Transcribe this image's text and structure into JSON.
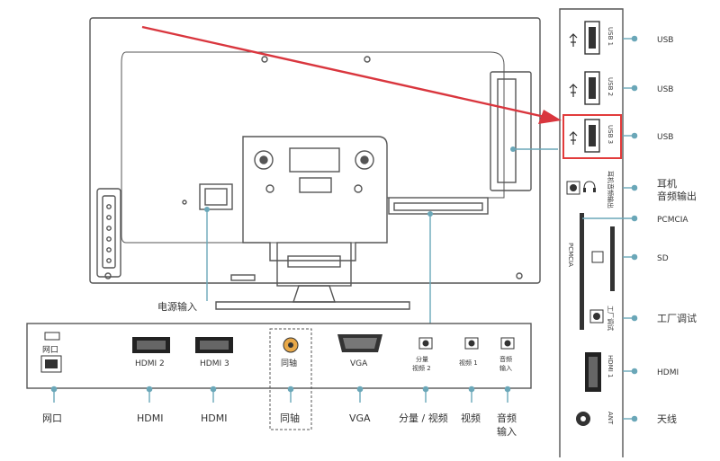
{
  "power_label": "电源输入",
  "bottom_ports": {
    "network_top": "网口",
    "hdmi2": "HDMI 2",
    "hdmi3": "HDMI 3",
    "coax_top": "同轴",
    "vga_top": "VGA",
    "component_top_1": "分量",
    "component_top_2": "视频 2",
    "video1_top": "视频 1",
    "audio_in_top_1": "音频",
    "audio_in_top_2": "输入"
  },
  "bottom_labels": {
    "network": "网口",
    "hdmi_a": "HDMI",
    "hdmi_b": "HDMI",
    "coax": "同轴",
    "vga": "VGA",
    "component": "分量 / 视频",
    "video": "视频",
    "audio_in_1": "音频",
    "audio_in_2": "输入"
  },
  "side_ports": {
    "usb1": "USB 1",
    "usb2": "USB 2",
    "usb3": "USB 3",
    "headphone_vert": "耳机音频输出",
    "pcmcia_vert": "PCMCIA",
    "service_vert": "工厂调试",
    "hdmi1_vert": "HDMI 1",
    "ant_vert": "ANT"
  },
  "right_labels": {
    "usb_a": "USB",
    "usb_b": "USB",
    "usb_c": "USB",
    "headphone_1": "耳机",
    "headphone_2": "音频输出",
    "pcmcia": "PCMCIA",
    "sd": "SD",
    "service": "工厂调试",
    "hdmi": "HDMI",
    "ant": "天线"
  },
  "colors": {
    "line": "#555555",
    "leader": "#6aa7b8",
    "arrow": "#d9363e",
    "highlight": "#e23b3b"
  }
}
